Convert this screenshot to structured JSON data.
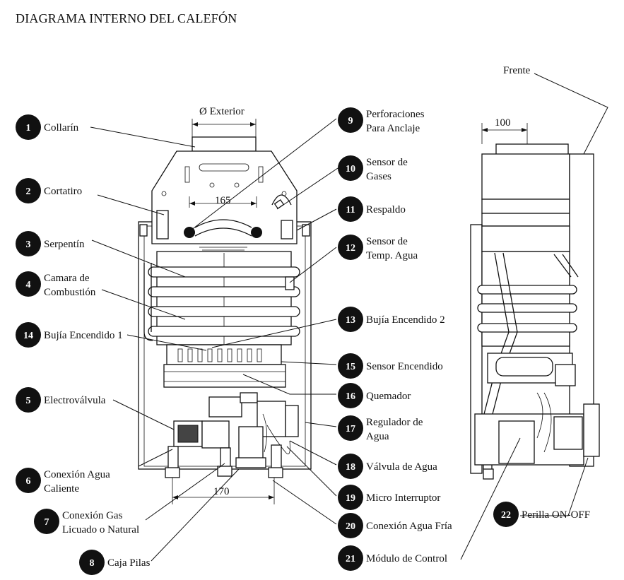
{
  "title": "DIAGRAMA INTERNO DEL CALEFÓN",
  "dimensions": {
    "exterior": "Ø Exterior",
    "anclaje": "165",
    "frente_ancho": "100",
    "conexiones": "170",
    "frente": "Frente"
  },
  "callouts": [
    {
      "n": "1",
      "lines": [
        "Collarín"
      ]
    },
    {
      "n": "2",
      "lines": [
        "Cortatiro"
      ]
    },
    {
      "n": "3",
      "lines": [
        "Serpentín"
      ]
    },
    {
      "n": "4",
      "lines": [
        "Camara de",
        "Combustión"
      ]
    },
    {
      "n": "14",
      "lines": [
        "Bujía Encendido 1"
      ]
    },
    {
      "n": "5",
      "lines": [
        "Electroválvula"
      ]
    },
    {
      "n": "6",
      "lines": [
        "Conexión Agua",
        "Caliente"
      ]
    },
    {
      "n": "7",
      "lines": [
        "Conexión Gas",
        "Licuado o Natural"
      ]
    },
    {
      "n": "8",
      "lines": [
        "Caja Pilas"
      ]
    },
    {
      "n": "9",
      "lines": [
        "Perforaciones",
        "Para Anclaje"
      ]
    },
    {
      "n": "10",
      "lines": [
        "Sensor de",
        "Gases"
      ]
    },
    {
      "n": "11",
      "lines": [
        "Respaldo"
      ]
    },
    {
      "n": "12",
      "lines": [
        "Sensor de",
        "Temp. Agua"
      ]
    },
    {
      "n": "13",
      "lines": [
        "Bujía Encendido 2"
      ]
    },
    {
      "n": "15",
      "lines": [
        "Sensor Encendido"
      ]
    },
    {
      "n": "16",
      "lines": [
        "Quemador"
      ]
    },
    {
      "n": "17",
      "lines": [
        "Regulador de",
        "Agua"
      ]
    },
    {
      "n": "18",
      "lines": [
        "Válvula de Agua"
      ]
    },
    {
      "n": "19",
      "lines": [
        "Micro Interruptor"
      ]
    },
    {
      "n": "20",
      "lines": [
        "Conexión Agua Fría"
      ]
    },
    {
      "n": "21",
      "lines": [
        "Módulo de Control"
      ]
    },
    {
      "n": "22",
      "lines": [
        "Perilla ON-OFF"
      ]
    }
  ]
}
